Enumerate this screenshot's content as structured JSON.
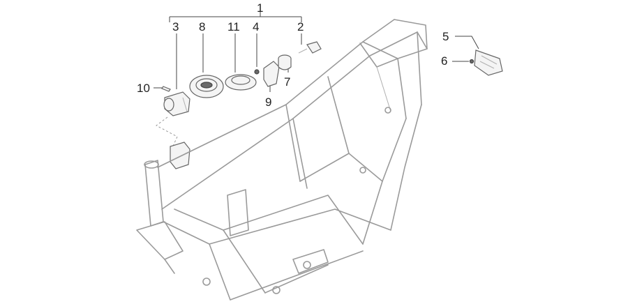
{
  "callouts": {
    "c1": "1",
    "c2": "2",
    "c3": "3",
    "c4": "4",
    "c5": "5",
    "c6": "6",
    "c7": "7",
    "c8": "8",
    "c9": "9",
    "c10": "10",
    "c11": "11"
  },
  "colors": {
    "linework": "#9a9a9a",
    "labels": "#222222",
    "background": "#ffffff"
  }
}
